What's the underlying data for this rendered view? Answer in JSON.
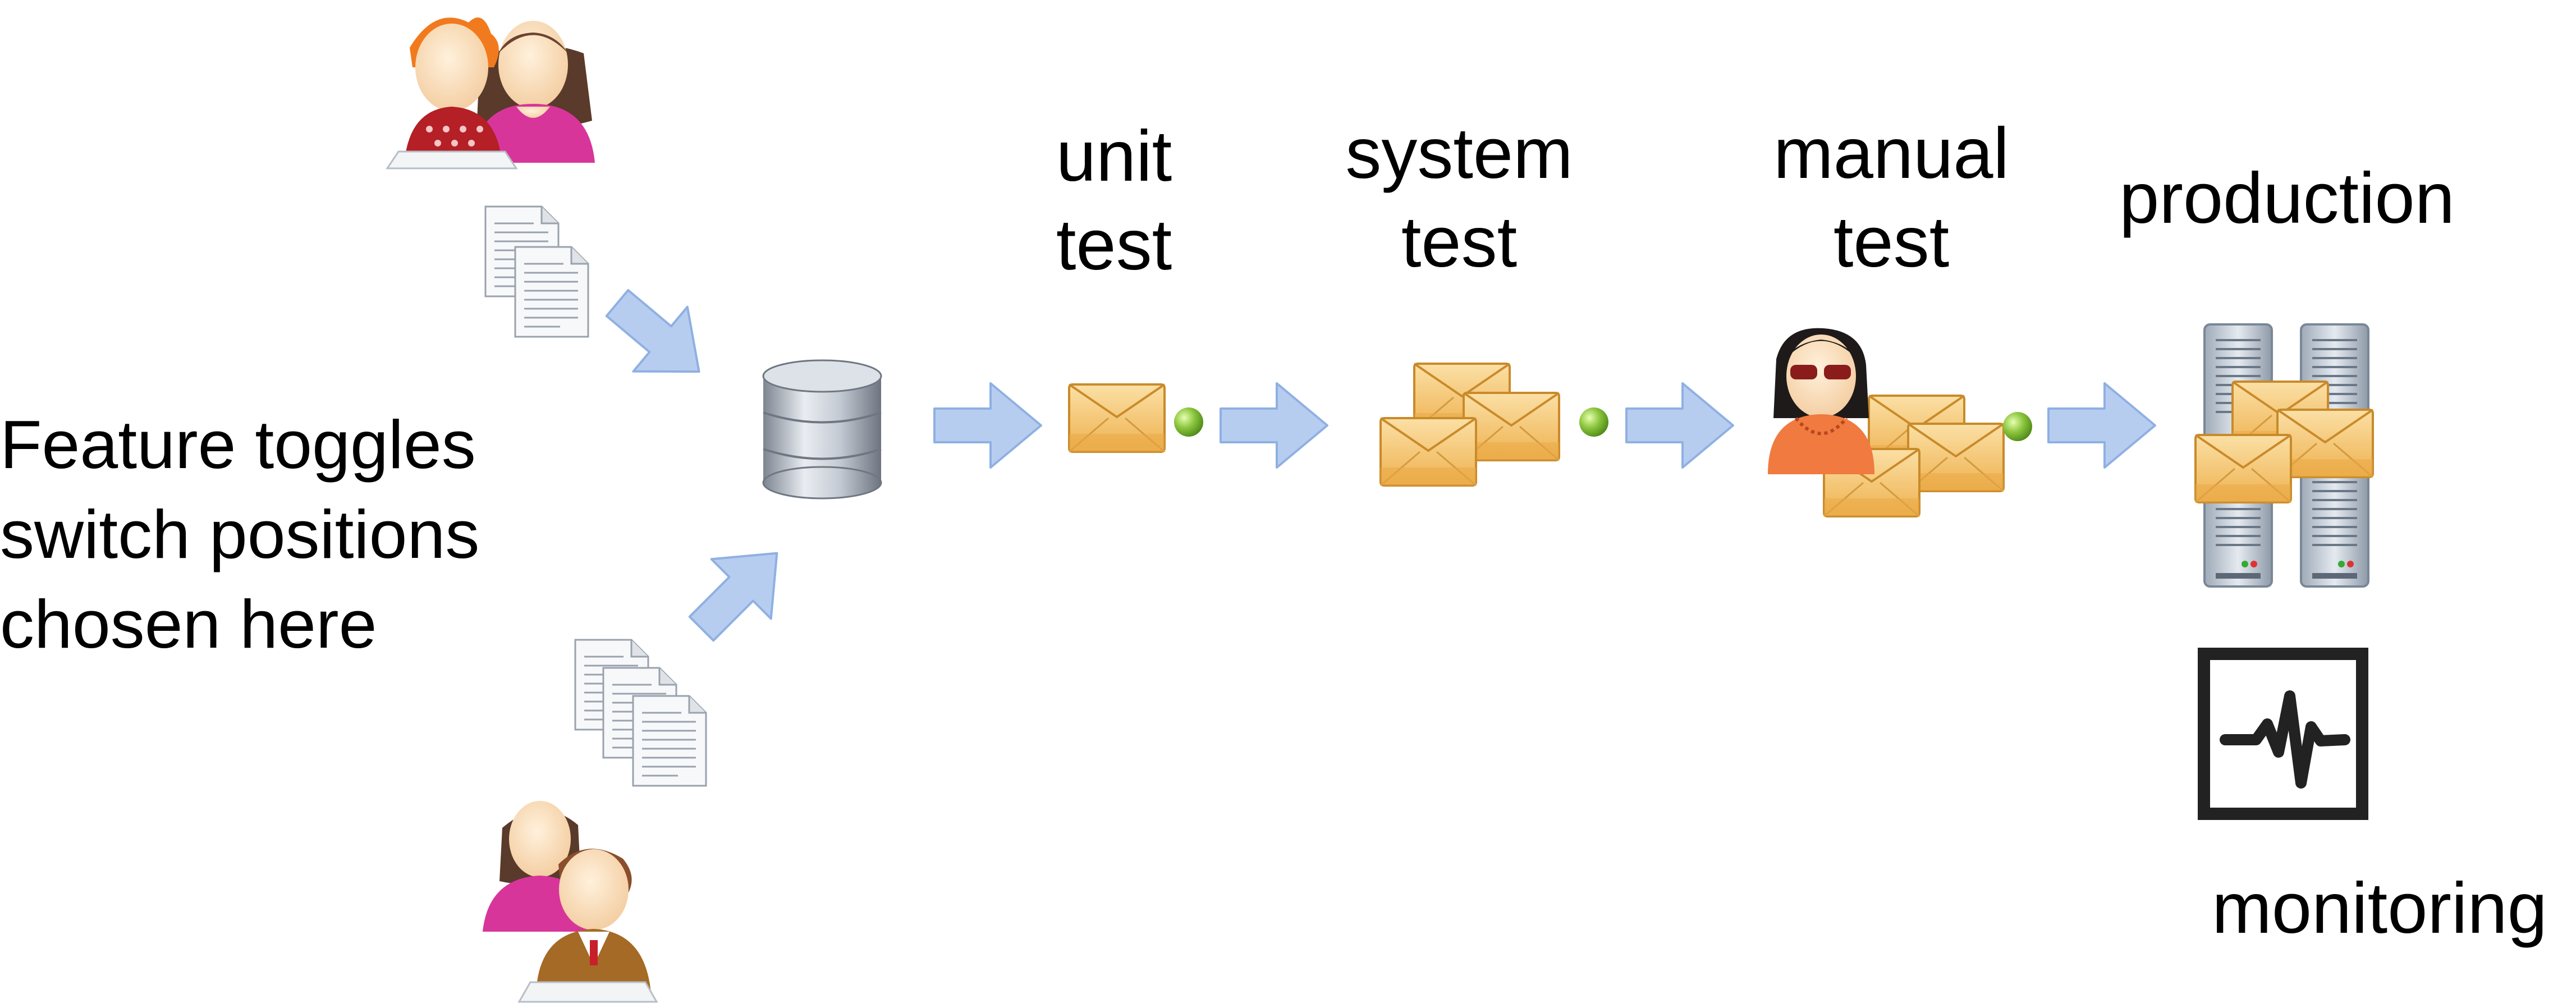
{
  "caption": {
    "line1": "Feature toggles",
    "line2": "switch positions",
    "line3": "chosen here"
  },
  "stages": {
    "unit": {
      "line1": "unit",
      "line2": "test"
    },
    "system": {
      "line1": "system",
      "line2": "test"
    },
    "manual": {
      "line1": "manual",
      "line2": "test"
    },
    "production": {
      "line1": "production"
    },
    "monitoring": {
      "line1": "monitoring"
    }
  },
  "colors": {
    "arrow": "#b7cdf0",
    "arrow_stroke": "#8fb0e2",
    "package": "#f3c46c",
    "status_dot": "#8cc63f",
    "monitor_frame": "#222222"
  },
  "icons": [
    "developers-top-icon",
    "documents-top-icon",
    "documents-bottom-icon",
    "developers-bottom-icon",
    "database-icon",
    "package-icon",
    "tester-icon",
    "servers-icon",
    "monitor-pulse-icon"
  ]
}
